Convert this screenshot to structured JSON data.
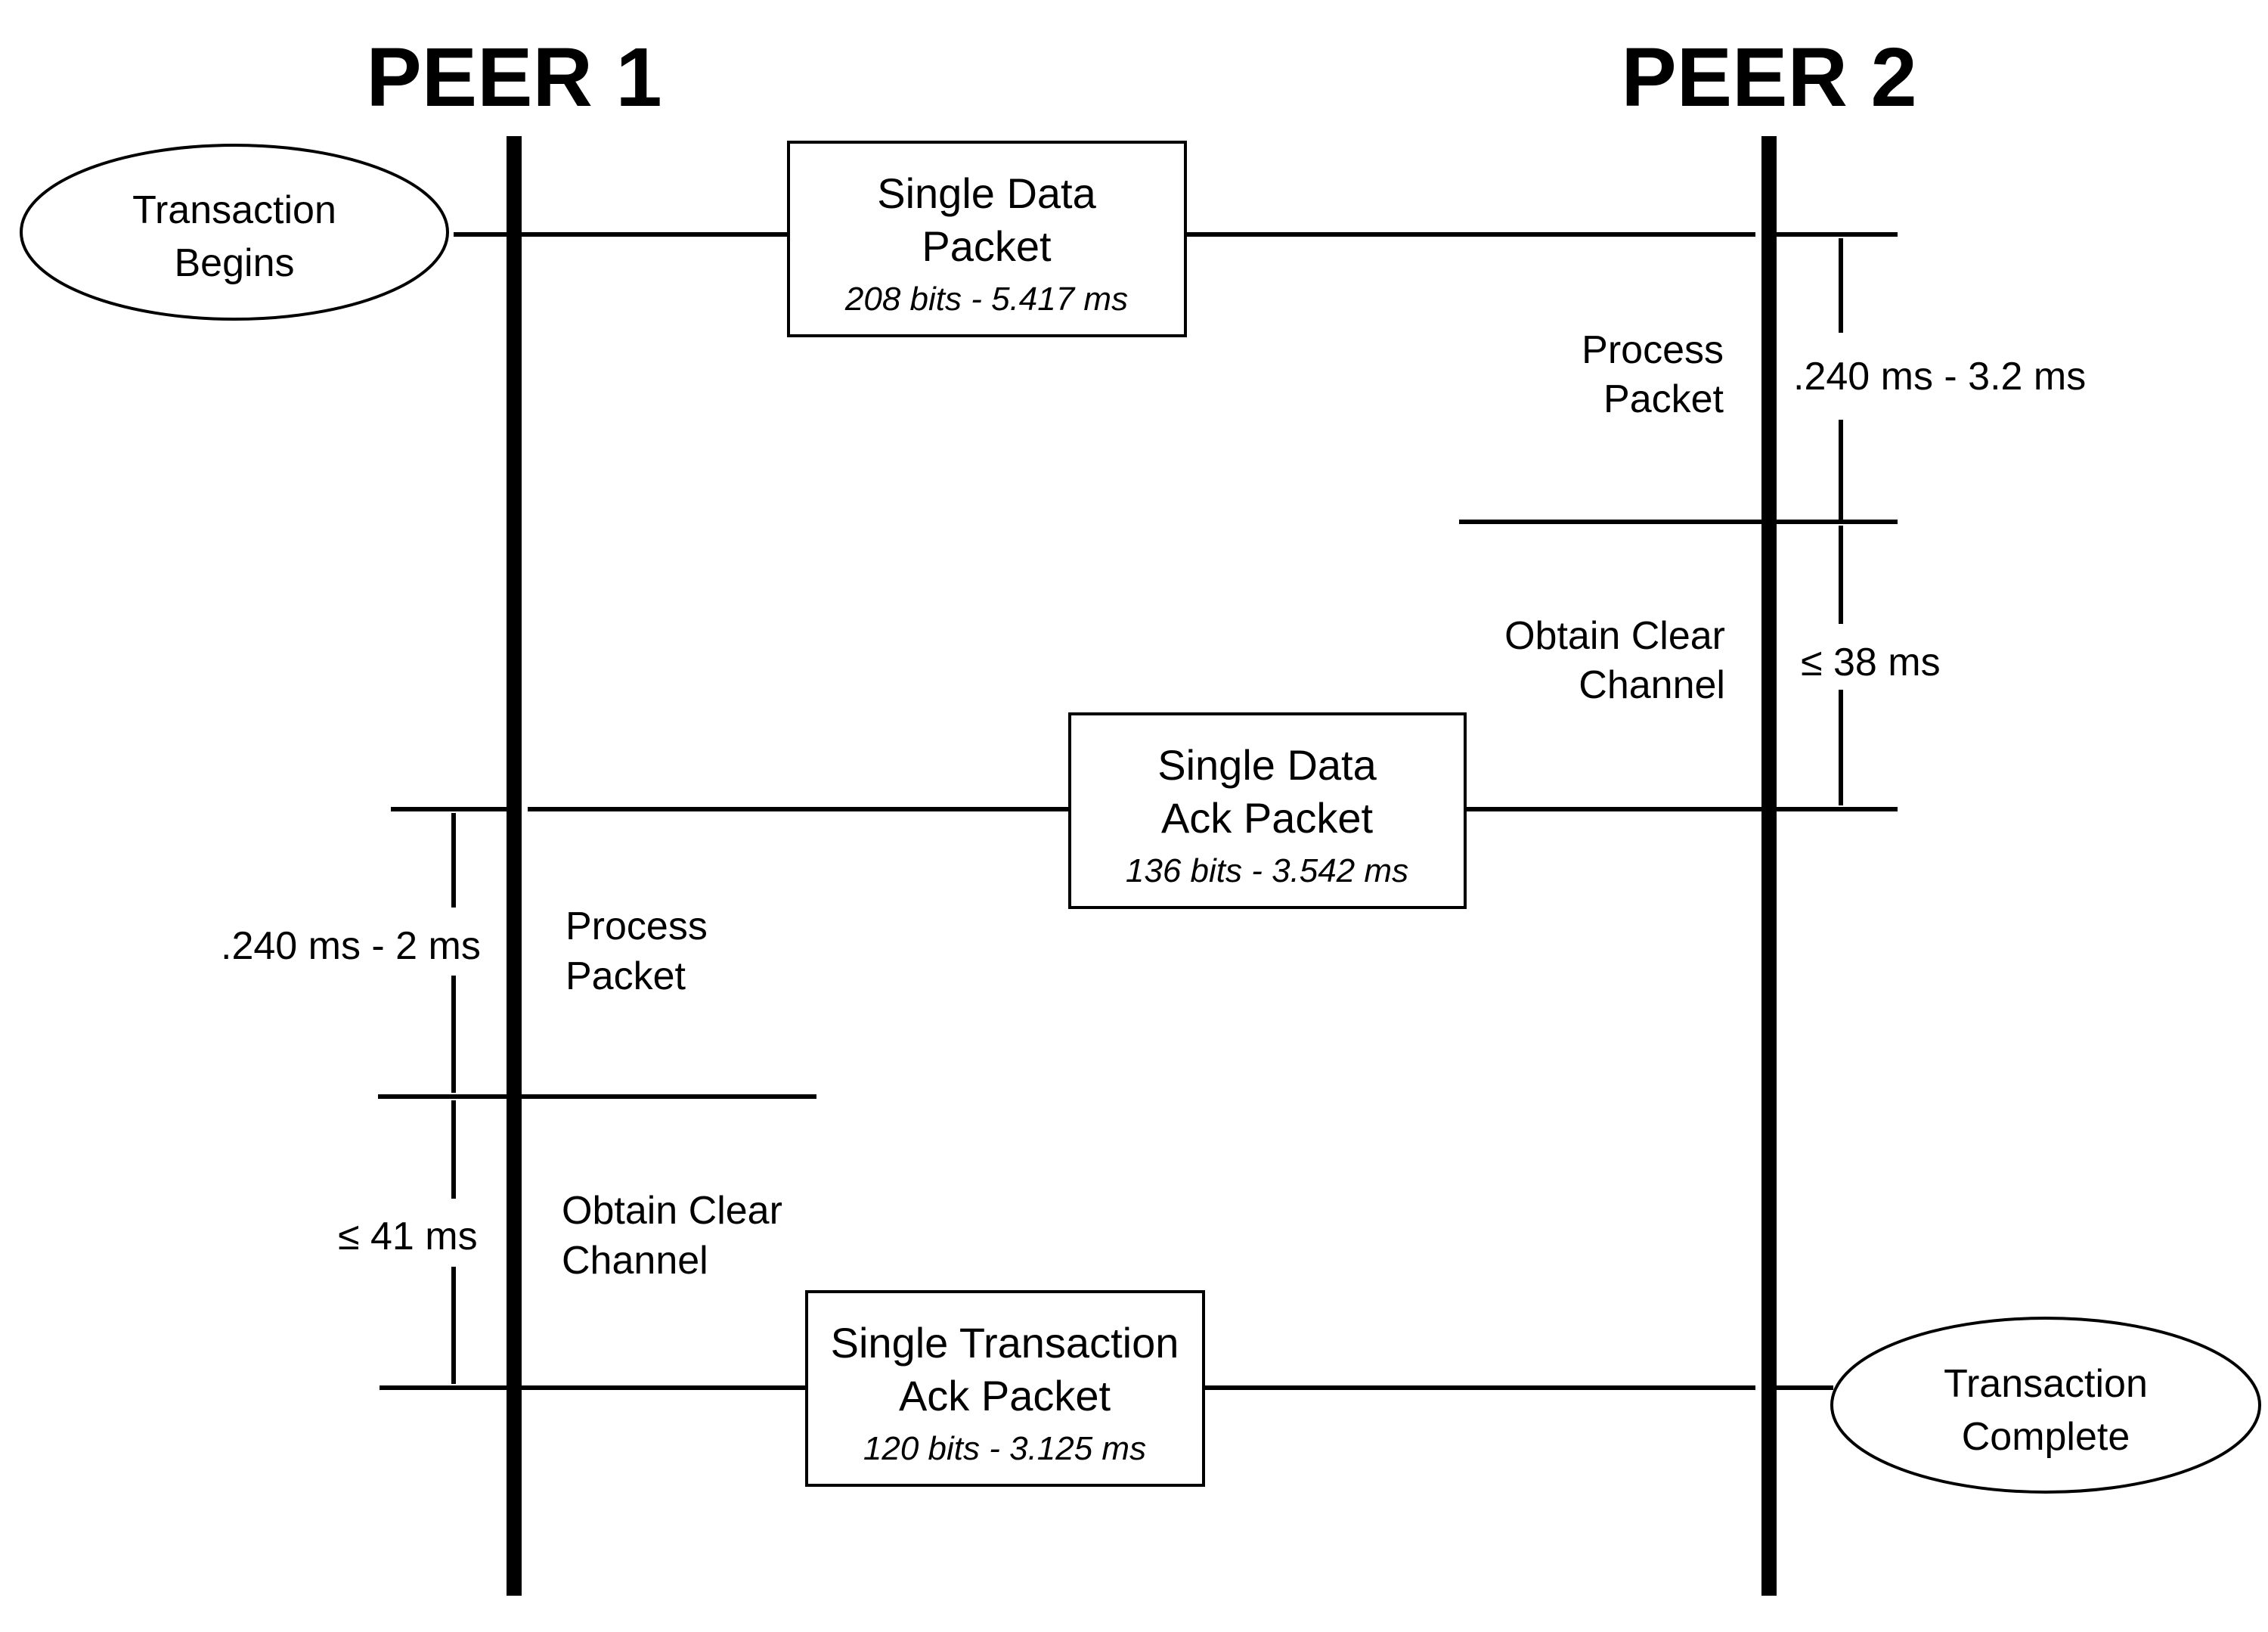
{
  "peers": {
    "left_title": "PEER 1",
    "right_title": "PEER 2"
  },
  "terminals": {
    "start": [
      "Transaction",
      "Begins"
    ],
    "end": [
      "Transaction",
      "Complete"
    ]
  },
  "packets": {
    "data": {
      "line1": "Single Data",
      "line2": "Packet",
      "detail": "208 bits - 5.417 ms"
    },
    "data_ack": {
      "line1": "Single Data",
      "line2": "Ack Packet",
      "detail": "136 bits - 3.542 ms"
    },
    "transaction_ack": {
      "line1": "Single Transaction",
      "line2": "Ack Packet",
      "detail": "120 bits -  3.125 ms"
    }
  },
  "peer2_steps": {
    "process": {
      "line1": "Process",
      "line2": "Packet",
      "timing": ".240 ms - 3.2 ms"
    },
    "obtain": {
      "line1": "Obtain Clear",
      "line2": "Channel",
      "timing": "≤  38 ms"
    }
  },
  "peer1_steps": {
    "process": {
      "line1": "Process",
      "line2": "Packet",
      "timing": ".240 ms - 2 ms"
    },
    "obtain": {
      "line1": "Obtain Clear",
      "line2": "Channel",
      "timing": "≤ 41 ms"
    }
  }
}
